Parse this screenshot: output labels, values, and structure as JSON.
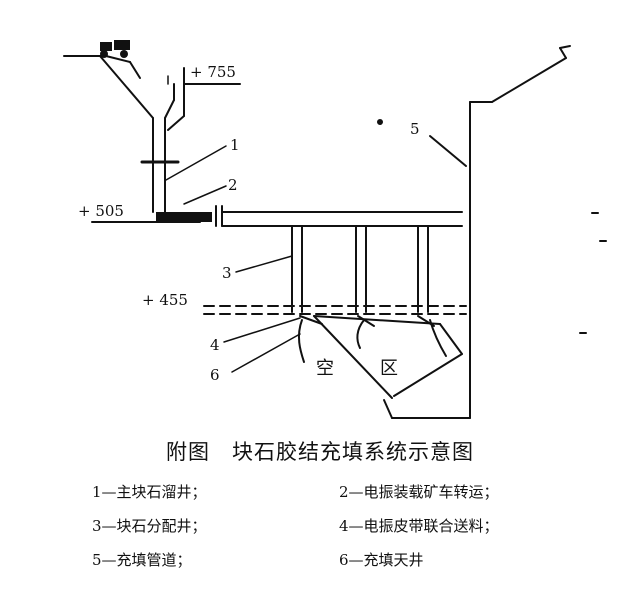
{
  "elevations": {
    "top": "+ 755",
    "middle": "+ 505",
    "lower": "+ 455"
  },
  "callouts": [
    "1",
    "2",
    "3",
    "4",
    "5",
    "6"
  ],
  "zone_label": [
    "空",
    "区"
  ],
  "caption": "附图　块石胶结充填系统示意图",
  "legend": [
    [
      "1—主块石溜井；",
      "2—电振装载矿车转运；"
    ],
    [
      "3—块石分配井；",
      "4—电振皮带联合送料；"
    ],
    [
      "5—充填管道；",
      "6—充填天井"
    ]
  ],
  "colors": {
    "ink": "#111111",
    "background": "#ffffff"
  }
}
